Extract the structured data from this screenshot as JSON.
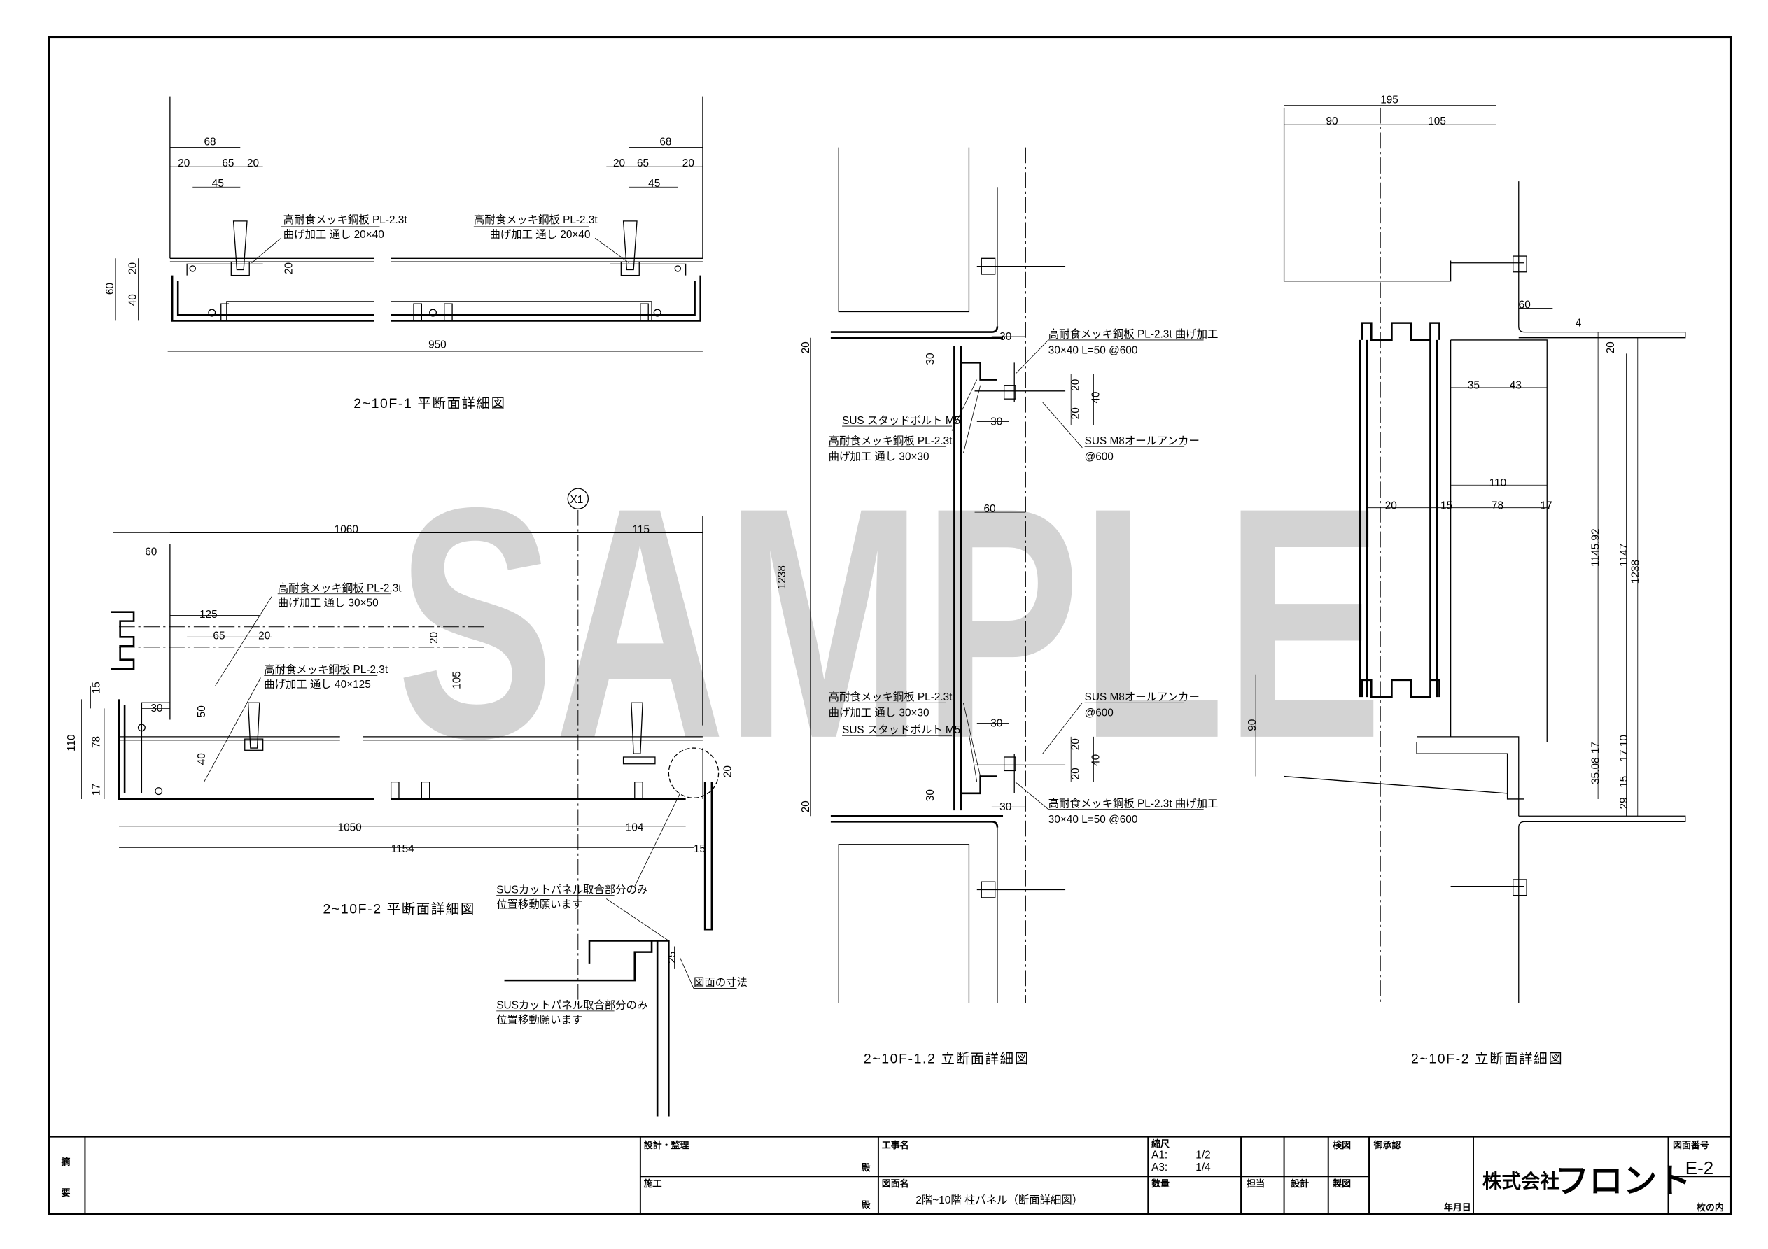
{
  "watermark": "SAMPLE",
  "drawing1": {
    "title": "2~10F-1 平断面詳細図",
    "note_left": [
      "高耐食メッキ鋼板 PL-2.3t",
      "曲げ加工 通し 20×40"
    ],
    "note_right": [
      "高耐食メッキ鋼板 PL-2.3t",
      "曲げ加工 通し 20×40"
    ],
    "dims": [
      "68",
      "20",
      "65",
      "20",
      "45",
      "68",
      "20",
      "65",
      "20",
      "45",
      "60",
      "20",
      "40",
      "20",
      "950"
    ]
  },
  "drawing2": {
    "title": "2~10F-2 平断面詳細図",
    "grid_mark": "X1",
    "note1": [
      "高耐食メッキ鋼板 PL-2.3t",
      "曲げ加工 通し 30×50"
    ],
    "note2": [
      "高耐食メッキ鋼板 PL-2.3t",
      "曲げ加工 通し 40×125"
    ],
    "note3": [
      "SUSカットパネル取合部分のみ",
      "位置移動願います"
    ],
    "note4": [
      "SUSカットパネル取合部分のみ",
      "位置移動願います"
    ],
    "note5": "図面の寸法",
    "dims": [
      "1060",
      "115",
      "60",
      "125",
      "65",
      "20",
      "20",
      "105",
      "50",
      "15",
      "110",
      "78",
      "17",
      "30",
      "40",
      "20",
      "1050",
      "104",
      "1154",
      "15",
      "25"
    ]
  },
  "drawing3": {
    "title": "2~10F-1.2 立断面詳細図",
    "upper": {
      "bracket_note": [
        "高耐食メッキ鋼板 PL-2.3t 曲げ加工",
        "30×40 L=50 @600"
      ],
      "bolt_note": "SUS スタッドボルト M5",
      "plate_note": [
        "高耐食メッキ鋼板 PL-2.3t",
        "曲げ加工 通し 30×30"
      ],
      "anchor_note": [
        "SUS M8オールアンカー",
        "@600"
      ]
    },
    "lower": {
      "plate_note": [
        "高耐食メッキ鋼板 PL-2.3t",
        "曲げ加工 通し 30×30"
      ],
      "bolt_note": "SUS スタッドボルト M5",
      "anchor_note": [
        "SUS M8オールアンカー",
        "@600"
      ],
      "bracket_note": [
        "高耐食メッキ鋼板 PL-2.3t 曲げ加工",
        "30×40 L=50 @600"
      ]
    },
    "dims": [
      "20",
      "30",
      "30",
      "20",
      "20",
      "40",
      "30",
      "60",
      "1238",
      "30",
      "20",
      "40",
      "20",
      "30",
      "30",
      "20"
    ]
  },
  "drawing4": {
    "title": "2~10F-2 立断面詳細図",
    "dims": [
      "195",
      "90",
      "105",
      "60",
      "4",
      "20",
      "35",
      "43",
      "110",
      "20",
      "15",
      "78",
      "17",
      "1145.92",
      "1147",
      "1238",
      "90",
      "17",
      "17.10",
      "35.08",
      "15",
      "29"
    ]
  },
  "title_block": {
    "remarks": [
      "摘",
      "要"
    ],
    "design_supervision": "設計・監理",
    "contractor": "施工",
    "honorific": "殿",
    "project_name_label": "工事名",
    "project_name": "",
    "drawing_name_label": "図面名",
    "drawing_name": "2階~10階 柱パネル（断面詳細図）",
    "scale_label": "縮尺",
    "scale_a1_label": "A1:",
    "scale_a1": "1/2",
    "scale_a3_label": "A3:",
    "scale_a3": "1/4",
    "quantity_label": "数量",
    "checked_label": "検図",
    "in_charge_label": "担当",
    "design_label": "設計",
    "drafting_label": "製図",
    "approval_label": "御承認",
    "date_label": "年月日",
    "company_prefix": "株式会社",
    "company_name": "フロント",
    "drawing_number_label": "図面番号",
    "drawing_number": "E-2",
    "sheets_label": "枚の内"
  }
}
